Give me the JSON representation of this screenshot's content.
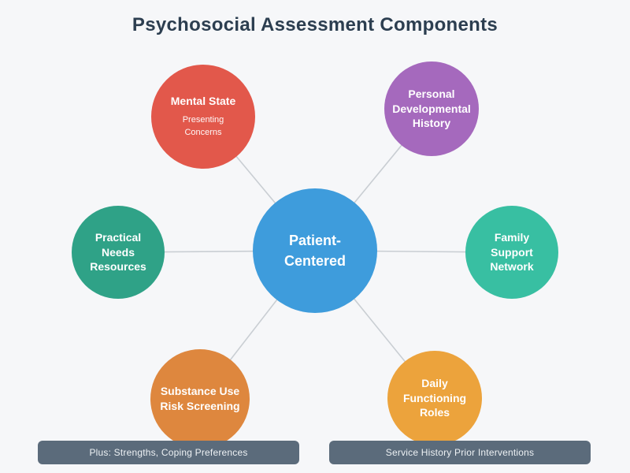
{
  "title": "Psychosocial Assessment Components",
  "colors": {
    "background": "#f6f7f9",
    "title_text": "#2c3e50",
    "connector": "#c9ced3",
    "banner_bg": "#5b6b7b",
    "banner_text": "#edf1f4",
    "node_text": "#ffffff"
  },
  "center_node": {
    "label": "Patient-Centered",
    "color": "#3e9cdc"
  },
  "nodes": [
    {
      "id": "mental-state",
      "label": "Mental State",
      "sublabel": "Presenting Concerns",
      "color": "#e2584b"
    },
    {
      "id": "personal-developmental-history",
      "label": "Personal Developmental History",
      "color": "#a569bd"
    },
    {
      "id": "practical-needs-resources",
      "label": "Practical Needs Resources",
      "color": "#2fa287"
    },
    {
      "id": "family-support-network",
      "label": "Family Support Network",
      "color": "#38bfa2"
    },
    {
      "id": "substance-use-risk-screening",
      "label": "Substance Use Risk Screening",
      "color": "#de873e"
    },
    {
      "id": "daily-functioning-roles",
      "label": "Daily Functioning Roles",
      "color": "#eca33c"
    }
  ],
  "banners": [
    {
      "label": "Plus: Strengths, Coping Preferences"
    },
    {
      "label": "Service History Prior Interventions"
    }
  ]
}
